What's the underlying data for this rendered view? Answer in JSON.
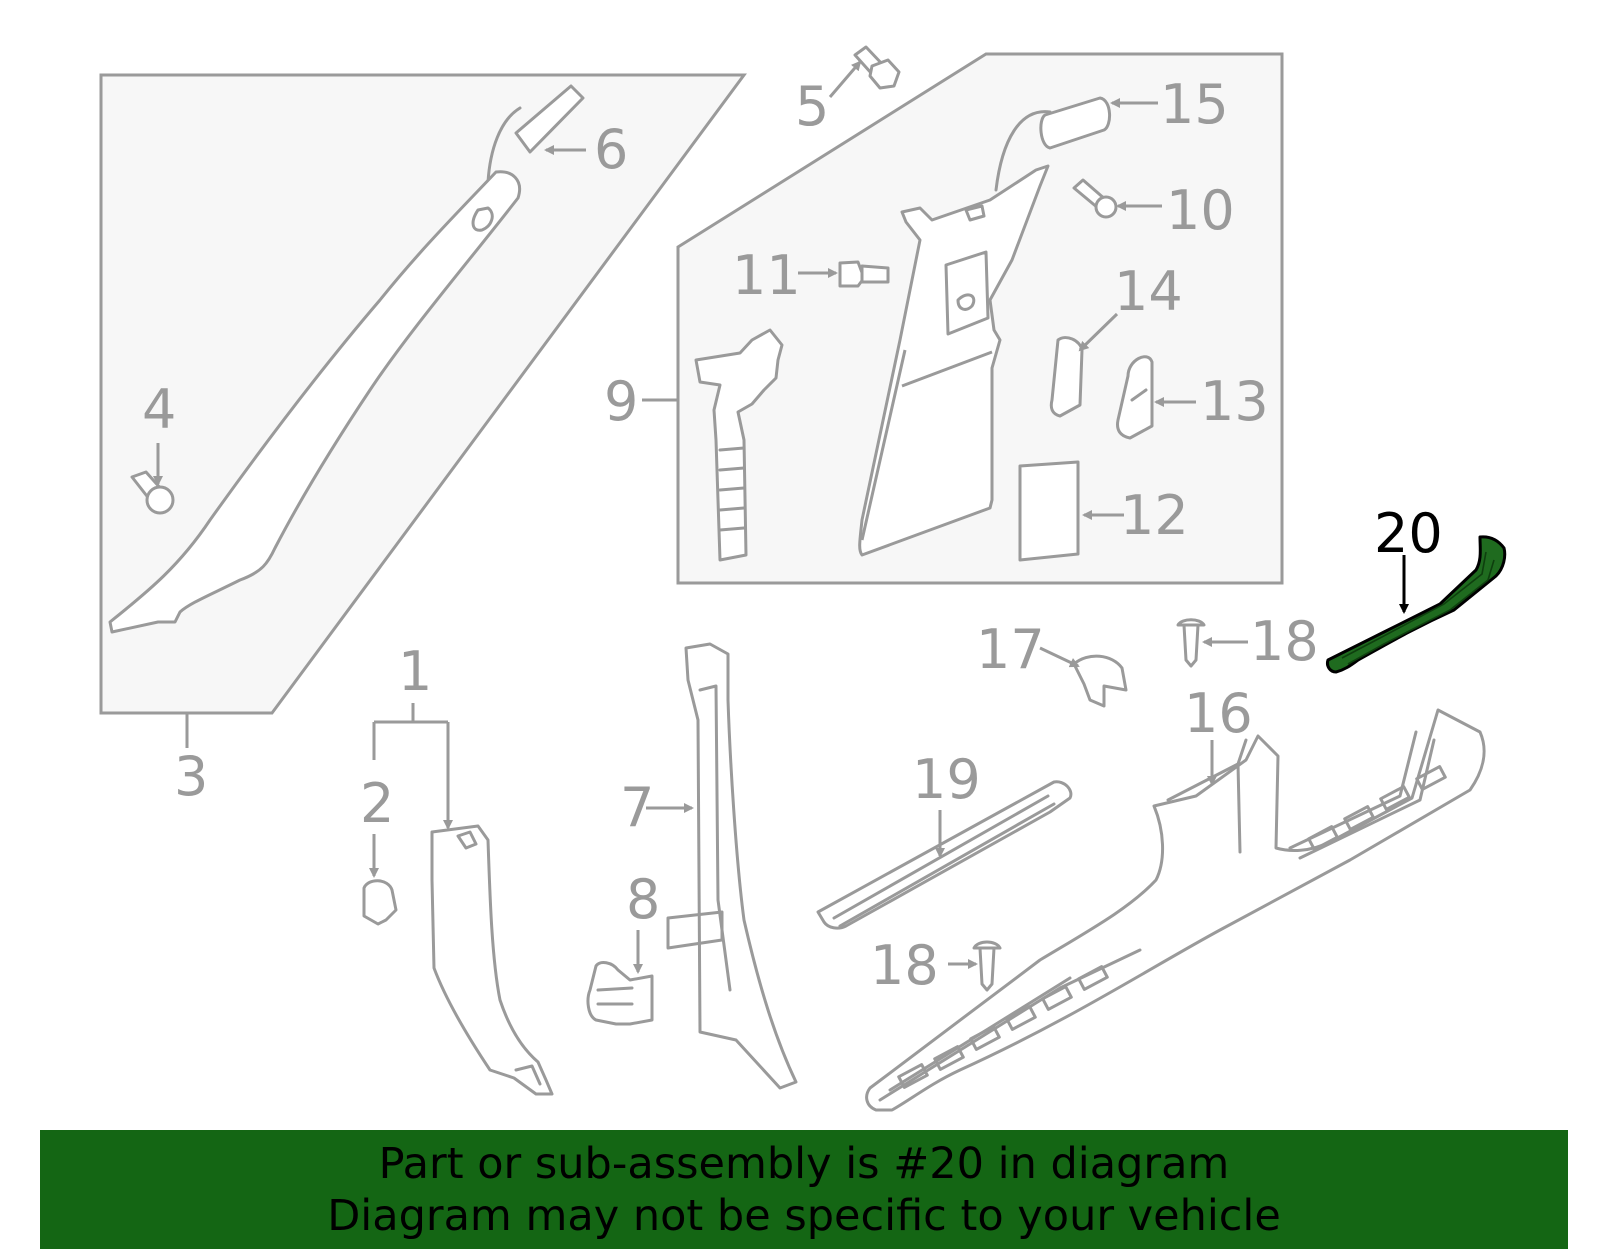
{
  "callouts": {
    "c1": "1",
    "c2": "2",
    "c3": "3",
    "c4": "4",
    "c5": "5",
    "c6": "6",
    "c7": "7",
    "c8": "8",
    "c9": "9",
    "c10": "10",
    "c11": "11",
    "c12": "12",
    "c13": "13",
    "c14": "14",
    "c15": "15",
    "c16": "16",
    "c17": "17",
    "c18a": "18",
    "c18b": "18",
    "c19": "19",
    "c20": "20"
  },
  "highlighted_part": "20",
  "colors": {
    "highlight": "#1f6b1f",
    "banner": "#146614",
    "line": "#9a9a9a",
    "panel": "#f7f7f7"
  },
  "banner": {
    "line1": "Part or sub-assembly is #20 in diagram",
    "line2": "Diagram may not be specific to your vehicle"
  }
}
